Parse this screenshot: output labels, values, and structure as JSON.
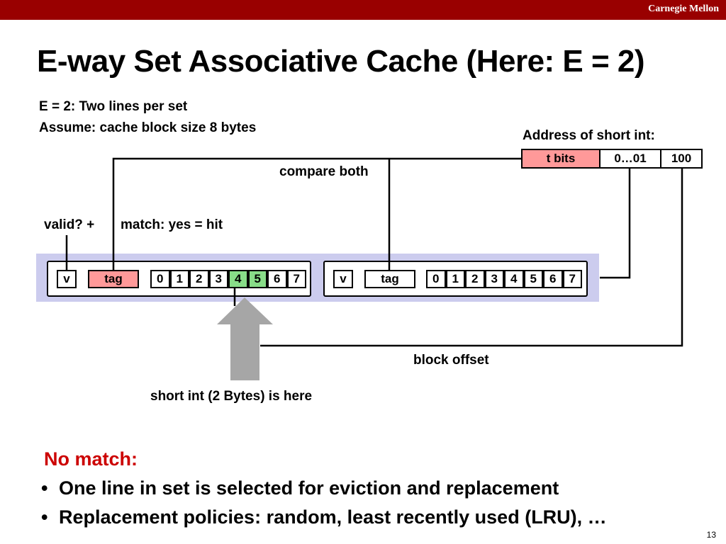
{
  "brand": "Carnegie Mellon",
  "title": "E-way Set Associative Cache (Here: E = 2)",
  "info": {
    "line1": "E = 2: Two lines per set",
    "line2": "Assume: cache block size 8 bytes"
  },
  "address": {
    "label": "Address of short int:",
    "fields": [
      "t bits",
      "0…01",
      "100"
    ]
  },
  "labels": {
    "compare": "compare both",
    "valid": "valid?  +",
    "match": "match: yes = hit",
    "block_offset": "block offset",
    "short_int": "short int (2 Bytes) is here"
  },
  "lines": [
    {
      "valid": "v",
      "tag": "tag",
      "bytes": [
        "0",
        "1",
        "2",
        "3",
        "4",
        "5",
        "6",
        "7"
      ],
      "highlight": [
        4,
        5
      ]
    },
    {
      "valid": "v",
      "tag": "tag",
      "bytes": [
        "0",
        "1",
        "2",
        "3",
        "4",
        "5",
        "6",
        "7"
      ],
      "highlight": []
    }
  ],
  "nomatch": {
    "heading": "No match:",
    "bullets": [
      "One line in set is selected for eviction and replacement",
      "Replacement policies: random, least recently used (LRU), …"
    ]
  },
  "page": "13",
  "colors": {
    "brand_bar": "#990000",
    "tag_field": "#ff9999",
    "highlight": "#88dd88",
    "set_band": "#ccccee",
    "arrow": "#a6a6a6",
    "heading_red": "#cc0000"
  }
}
